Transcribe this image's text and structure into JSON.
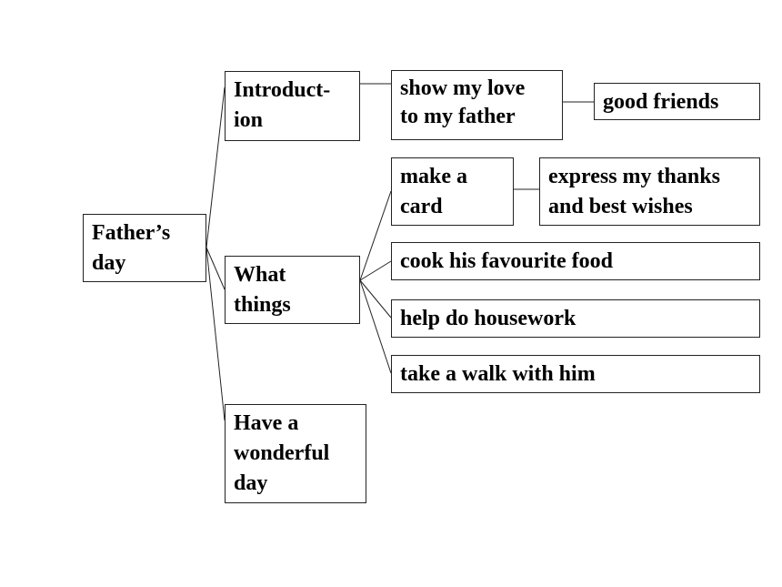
{
  "diagram": {
    "root": "Father’s\nday",
    "introduction": "Introduct-\nion",
    "what_things": "What\nthings",
    "have_day": "Have a\nwonderful\nday",
    "show_love": "show my love\nto my father",
    "good_friends": "good friends",
    "make_card": "make a\ncard",
    "express_thanks": "express my thanks\nand best wishes",
    "cook_food": "cook his favourite food",
    "housework": "help do housework",
    "walk": "take a walk with him"
  },
  "colors": {
    "line": "#222222",
    "border": "#222222",
    "text": "#000000",
    "background": "#ffffff"
  }
}
